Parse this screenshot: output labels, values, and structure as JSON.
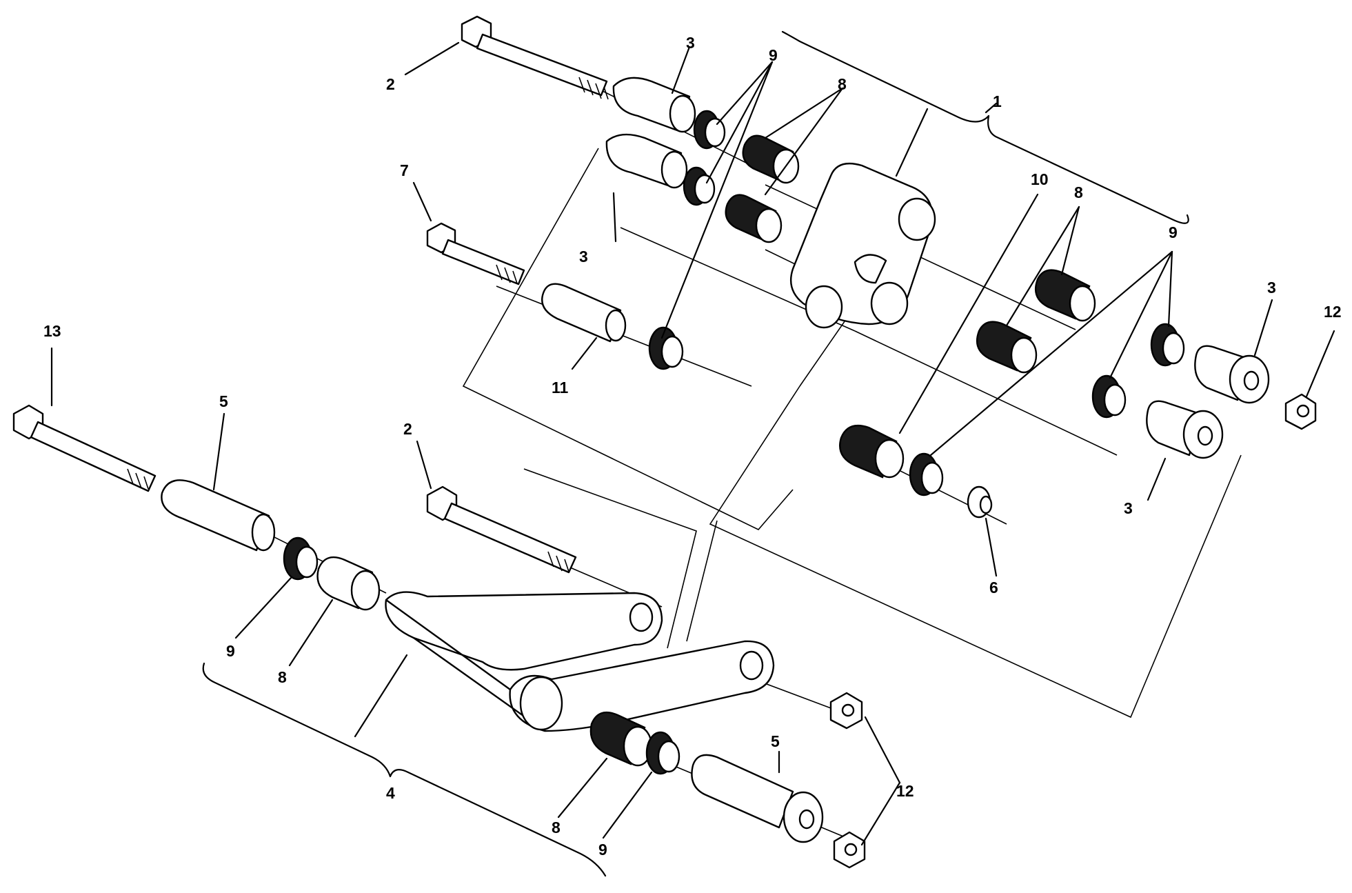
{
  "callouts": {
    "c1": "1",
    "c2_top": "2",
    "c2_mid": "2",
    "c3_a": "3",
    "c3_b": "3",
    "c3_c": "3",
    "c3_d": "3",
    "c4": "4",
    "c5_left": "5",
    "c5_bottom": "5",
    "c6": "6",
    "c7": "7",
    "c8_top": "8",
    "c8_right": "8",
    "c8_left": "8",
    "c8_bottom": "8",
    "c9_top": "9",
    "c9_right": "9",
    "c9_left": "9",
    "c9_bottom": "9",
    "c10": "10",
    "c11": "11",
    "c12_right": "12",
    "c12_bottom": "12",
    "c13": "13"
  }
}
